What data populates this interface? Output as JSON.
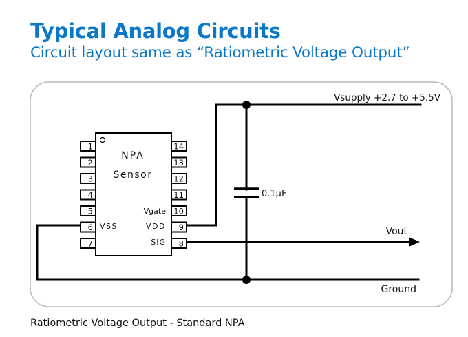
{
  "header": {
    "title": "Typical Analog Circuits",
    "subtitle": "Circuit layout same as “Ratiometric Voltage Output”"
  },
  "caption": "Ratiometric Voltage Output - Standard NPA",
  "colors": {
    "accent": "#0a78c8",
    "wire": "#000000",
    "frame": "#b8b8b8"
  },
  "diagram": {
    "chip": {
      "name_line1": "NPA",
      "name_line2": "Sensor",
      "pins_left": [
        "1",
        "2",
        "3",
        "4",
        "5",
        "6",
        "7"
      ],
      "pins_right": [
        "14",
        "13",
        "12",
        "11",
        "10",
        "9",
        "8"
      ],
      "pin_labels": {
        "vgate": "Vgate",
        "vss": "VSS",
        "vdd": "VDD",
        "sig": "SIG"
      }
    },
    "capacitor_label": "0.1µF",
    "nets": {
      "supply": "Vsupply  +2.7 to +5.5V",
      "output": "Vout",
      "ground": "Ground"
    }
  }
}
